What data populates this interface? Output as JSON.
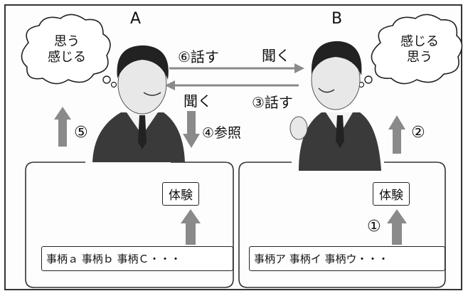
{
  "left": {
    "person": "A",
    "thought": [
      "思う",
      "感じる"
    ],
    "step_num": "⑤",
    "refer_num_label": "④参照",
    "box_label": "体験",
    "items": "事柄ａ 事柄ｂ 事柄Ｃ・・・"
  },
  "right": {
    "person": "B",
    "thought": [
      "感じる",
      "思う"
    ],
    "step_num": "②",
    "step_num_box": "①",
    "box_label": "体験",
    "items": "事柄ア 事柄イ 事柄ウ・・・"
  },
  "arrows": {
    "top_left": "⑥話す",
    "top_right": "聞く",
    "bottom_left": "聞く",
    "bottom_right": "③話す"
  },
  "colors": {
    "arrow_gray": "#8a8a8a",
    "line": "#333333"
  }
}
